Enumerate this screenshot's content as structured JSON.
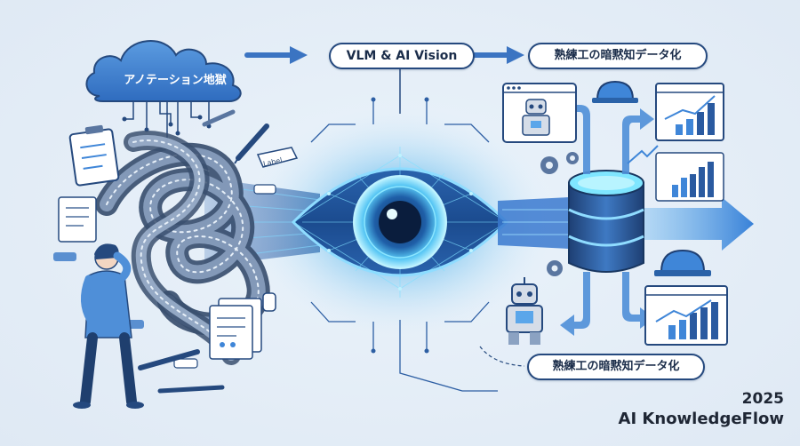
{
  "cloud": {
    "label": "アノテーション地獄"
  },
  "flow_labels": {
    "vlm": "VLM & AI Vision",
    "tacit_top": "熟練工の暗黙知データ化",
    "tacit_bottom": "熟練工の暗黙知データ化",
    "tag": "Label"
  },
  "brand": {
    "year": "2025",
    "name": "AI KnowledgeFlow"
  },
  "colors": {
    "navy": "#25497e",
    "accent": "#3f86d8",
    "glow": "#7fe6ff",
    "background": "#e6eff8"
  },
  "icons": [
    "cloud-icon",
    "clipboard-icon",
    "pen-icon",
    "film-reel-icon",
    "eye-icon",
    "database-icon",
    "robot-icon",
    "hard-hat-icon",
    "gear-icon",
    "chart-icon",
    "arrow-icon"
  ]
}
